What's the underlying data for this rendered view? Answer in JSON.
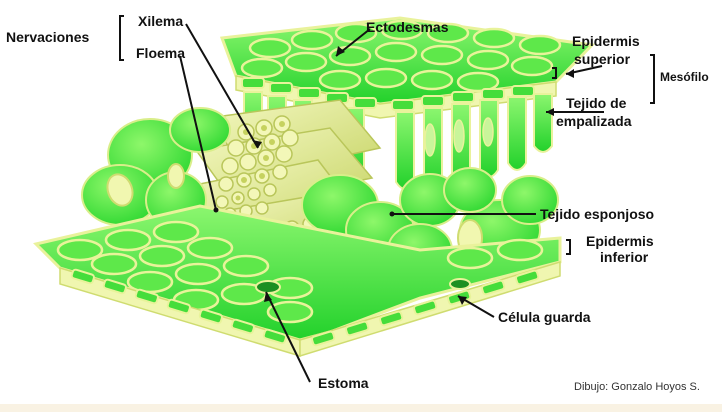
{
  "labels": {
    "nervaciones": "Nervaciones",
    "xilema": "Xilema",
    "floema": "Floema",
    "ectodesmas": "Ectodesmas",
    "epidermis_superior_1": "Epidermis",
    "epidermis_superior_2": "superior",
    "mesofilo": "Mesófilo",
    "tejido_empalizada_1": "Tejido de",
    "tejido_empalizada_2": "empalizada",
    "tejido_esponjoso": "Tejido esponjoso",
    "epidermis_inferior_1": "Epidermis",
    "epidermis_inferior_2": "inferior",
    "celula_guarda": "Célula guarda",
    "estoma": "Estoma",
    "credit": "Dibujo: Gonzalo Hoyos S."
  },
  "colors": {
    "cell_green": "#39e93a",
    "cell_light": "#7df36a",
    "wall_yellow": "#f2f7a6",
    "vein_cream": "#eef2a2",
    "footer": "#f9f2e3"
  }
}
